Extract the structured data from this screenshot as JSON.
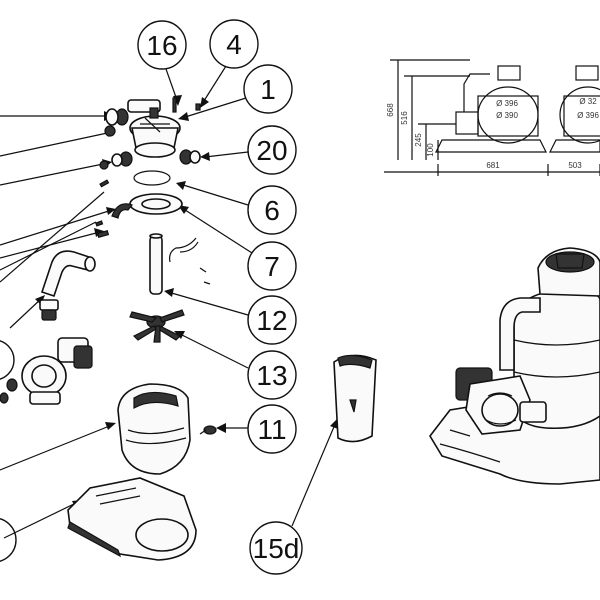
{
  "callouts": [
    {
      "id": "c16",
      "label": "16"
    },
    {
      "id": "c4",
      "label": "4"
    },
    {
      "id": "c1",
      "label": "1"
    },
    {
      "id": "c20",
      "label": "20"
    },
    {
      "id": "c6",
      "label": "6"
    },
    {
      "id": "c7",
      "label": "7"
    },
    {
      "id": "c12",
      "label": "12"
    },
    {
      "id": "c13",
      "label": "13"
    },
    {
      "id": "c11",
      "label": "11"
    },
    {
      "id": "c15d",
      "label": "15d"
    }
  ],
  "dimensions": {
    "height_total": "668",
    "height_tank": "516",
    "height_valve": "245",
    "height_base": "100",
    "dia_outer": "Ø 396",
    "dia_inner": "Ø 390",
    "dia_pipe": "Ø 32",
    "dia_right": "Ø 396",
    "width_front": "681",
    "width_side": "503"
  }
}
